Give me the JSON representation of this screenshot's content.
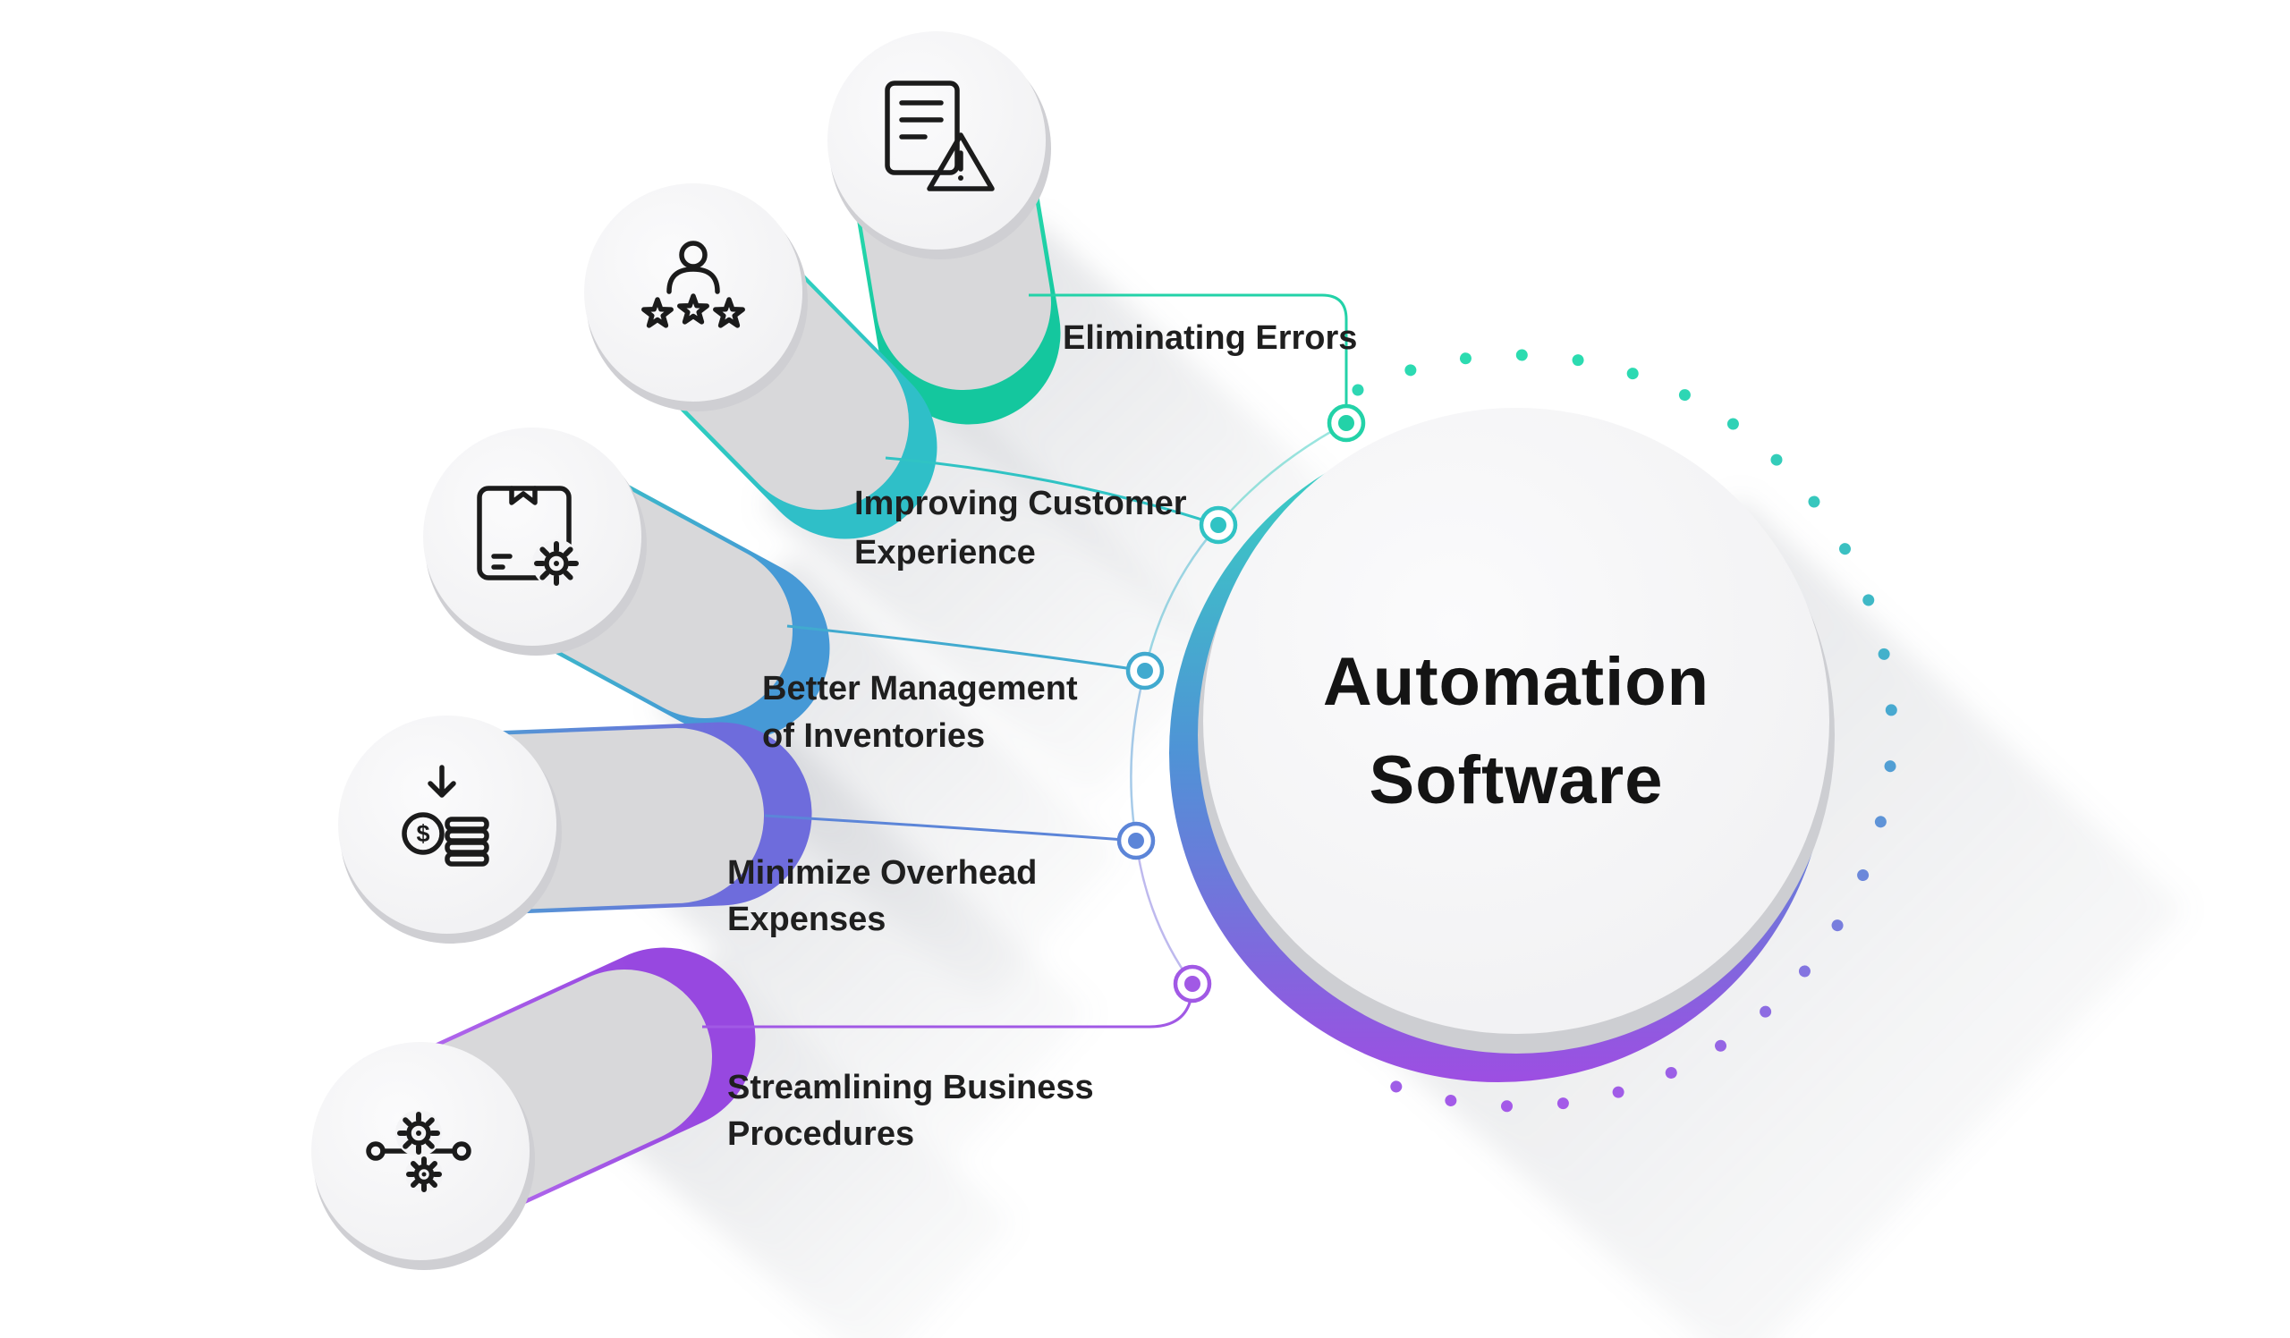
{
  "title": {
    "line1": "Automation",
    "line2": "Software"
  },
  "branches": [
    {
      "id": "eliminating-errors",
      "label_line1": "Eliminating Errors",
      "label_line2": "",
      "color": "#23D2A8",
      "pill_top": "#31E0B4",
      "pill_tip": "#14C79E",
      "icon": "document-warning-icon"
    },
    {
      "id": "improving-customer-experience",
      "label_line1": "Improving Customer",
      "label_line2": "Experience",
      "color": "#30C3C4",
      "pill_top": "#2FD6BA",
      "pill_tip": "#2FBFC8",
      "icon": "customer-rating-icon"
    },
    {
      "id": "better-management-of-inventories",
      "label_line1": "Better Management",
      "label_line2": "of Inventories",
      "color": "#41AACF",
      "pill_top": "#39C2C6",
      "pill_tip": "#4699D6",
      "icon": "inventory-box-icon"
    },
    {
      "id": "minimize-overhead-expenses",
      "label_line1": "Minimize Overhead",
      "label_line2": "Expenses",
      "color": "#5C85D8",
      "pill_top": "#4BA4D2",
      "pill_tip": "#6E6CDC",
      "icon": "expenses-icon"
    },
    {
      "id": "streamlining-business-procedures",
      "label_line1": "Streamlining Business",
      "label_line2": "Procedures",
      "color": "#A159E5",
      "pill_top": "#B66FEF",
      "pill_tip": "#9748E0",
      "icon": "process-gears-icon"
    }
  ],
  "palette": {
    "background": "#FFFFFF",
    "text_dark": "#1F1F1F",
    "arc_top": "#2BDCB0",
    "arc_mid": "#49A6D2",
    "arc_bottom": "#A459E8",
    "ring_top": "#35D6C0",
    "ring_mid": "#4F93D6",
    "ring_bottom": "#9D4EE2",
    "segment_1_2": "#36CBC0",
    "segment_2_3": "#3FB3CD",
    "segment_3_4": "#4F97D4",
    "segment_4_5": "#7E74DE"
  },
  "icons": {
    "currency_symbol": "$"
  }
}
